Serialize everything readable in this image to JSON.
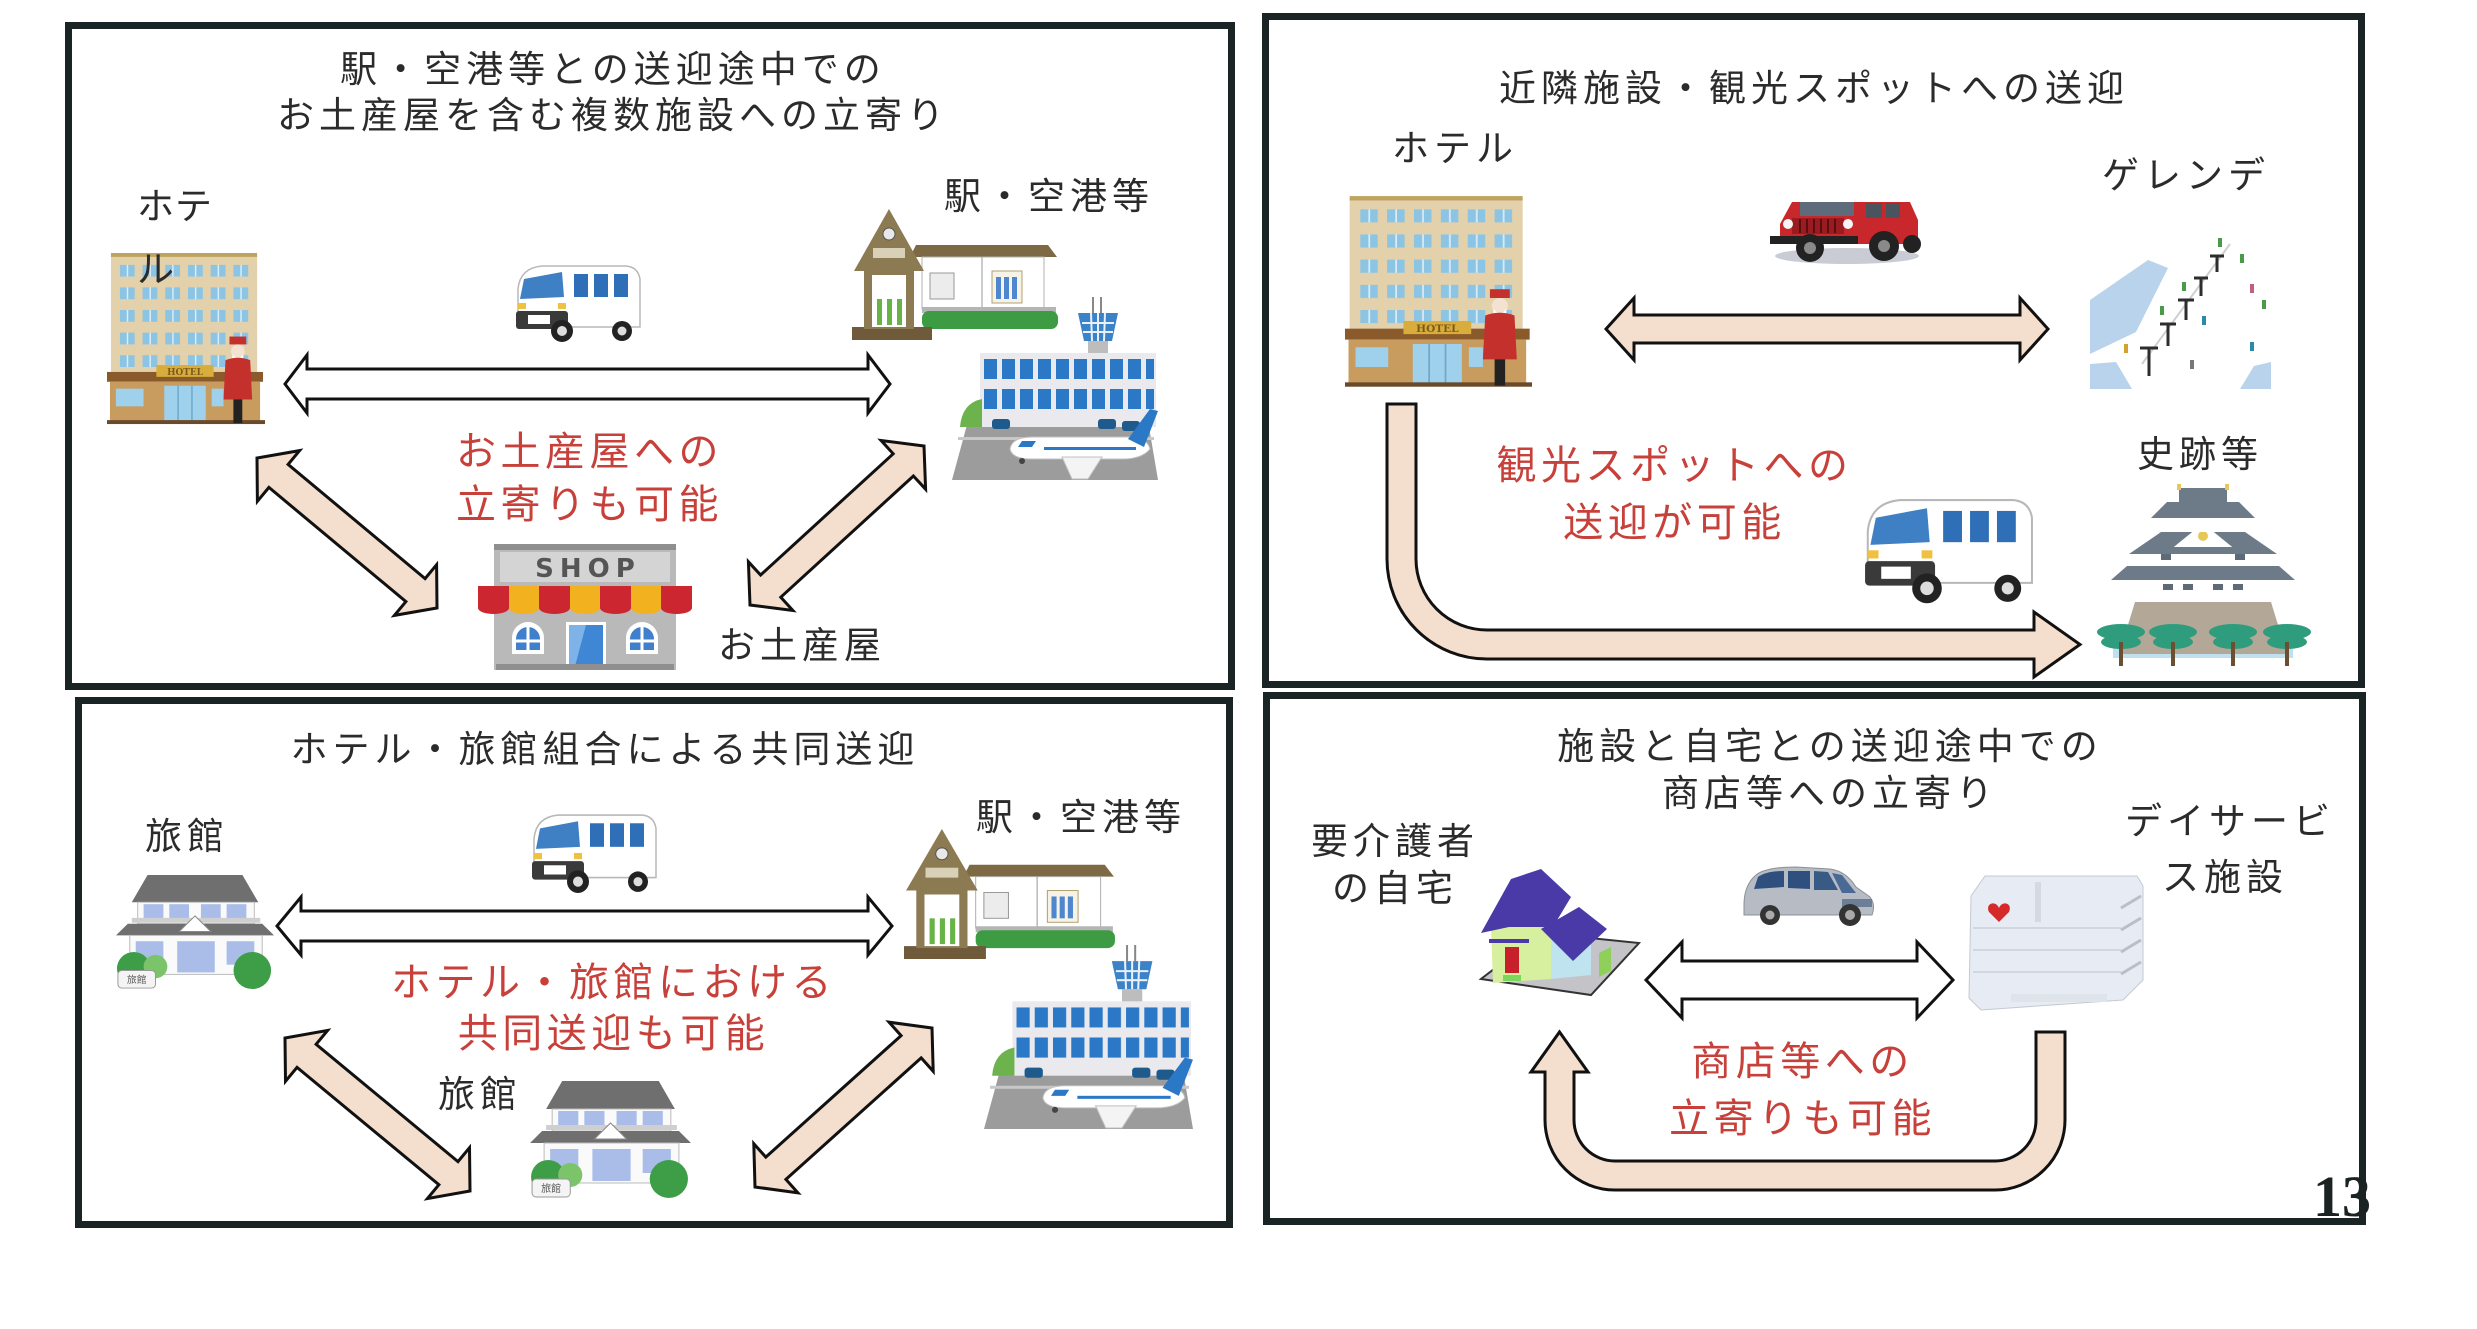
{
  "panels": {
    "station_souvenir": {
      "title_lines": [
        "駅・空港等との送迎途中での",
        "お土産屋を含む複数施設への立寄り"
      ],
      "hotel_label_lines": [
        "ホテ",
        "ル"
      ],
      "station_label": "駅・空港等",
      "shop_label": "お土産屋",
      "note_lines": [
        "お土産屋への",
        "立寄りも可能"
      ]
    },
    "sightseeing": {
      "title": "近隣施設・観光スポットへの送迎",
      "hotel_label": "ホテル",
      "slope_label": "ゲレンデ",
      "historic_label": "史跡等",
      "note_lines": [
        "観光スポットへの",
        "送迎が可能"
      ]
    },
    "joint_transport": {
      "title": "ホテル・旅館組合による共同送迎",
      "ryokan_label": "旅館",
      "station_label": "駅・空港等",
      "ryokan_label_2": "旅館",
      "note_lines": [
        "ホテル・旅館における",
        "共同送迎も可能"
      ]
    },
    "daycare_shopping": {
      "title_lines": [
        "施設と自宅との送迎途中での",
        "商店等への立寄り"
      ],
      "home_label_lines": [
        "要介護者",
        "の自宅"
      ],
      "facility_label_lines": [
        "デイサービ",
        "ス施設"
      ],
      "note_lines": [
        "商店等への",
        "立寄りも可能"
      ]
    }
  },
  "illustration_text": {
    "hotel_sign": "HOTEL",
    "shop_sign": "SHOP",
    "ryokan_sign": "旅館"
  },
  "page_number": "13",
  "icons": {
    "station_souvenir": [
      "hotel-icon",
      "van-icon",
      "station-icon",
      "airport-icon",
      "shop-icon",
      "double-arrow-icon"
    ],
    "sightseeing": [
      "hotel-icon",
      "jeep-icon",
      "ski-slope-icon",
      "castle-icon",
      "van-icon",
      "l-arrow-icon"
    ],
    "joint_transport": [
      "ryokan-icon",
      "van-icon",
      "station-icon",
      "airport-icon",
      "double-arrow-icon"
    ],
    "daycare_shopping": [
      "house-icon",
      "minivan-icon",
      "daycare-building-icon",
      "u-turn-arrow-icon"
    ]
  },
  "colors": {
    "note_text": "#c8403a",
    "label_text": "#2b2b2b",
    "arrow_fill": "#f4dfcf",
    "arrow_outline": "#111111",
    "panel_border": "#1b2424"
  }
}
